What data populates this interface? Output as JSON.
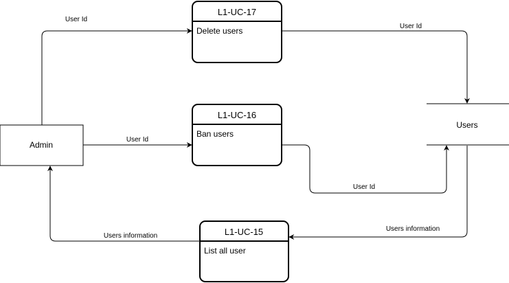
{
  "entity": {
    "label": "Admin"
  },
  "datastore": {
    "label": "Users"
  },
  "processes": [
    {
      "id": "L1-UC-17",
      "description": "Delete users"
    },
    {
      "id": "L1-UC-16",
      "description": "Ban users"
    },
    {
      "id": "L1-UC-15",
      "description": "List all user"
    }
  ],
  "flows": [
    {
      "label": "User Id"
    },
    {
      "label": "User Id"
    },
    {
      "label": "User Id"
    },
    {
      "label": "User Id"
    },
    {
      "label": "Users information"
    },
    {
      "label": "Users information"
    }
  ]
}
